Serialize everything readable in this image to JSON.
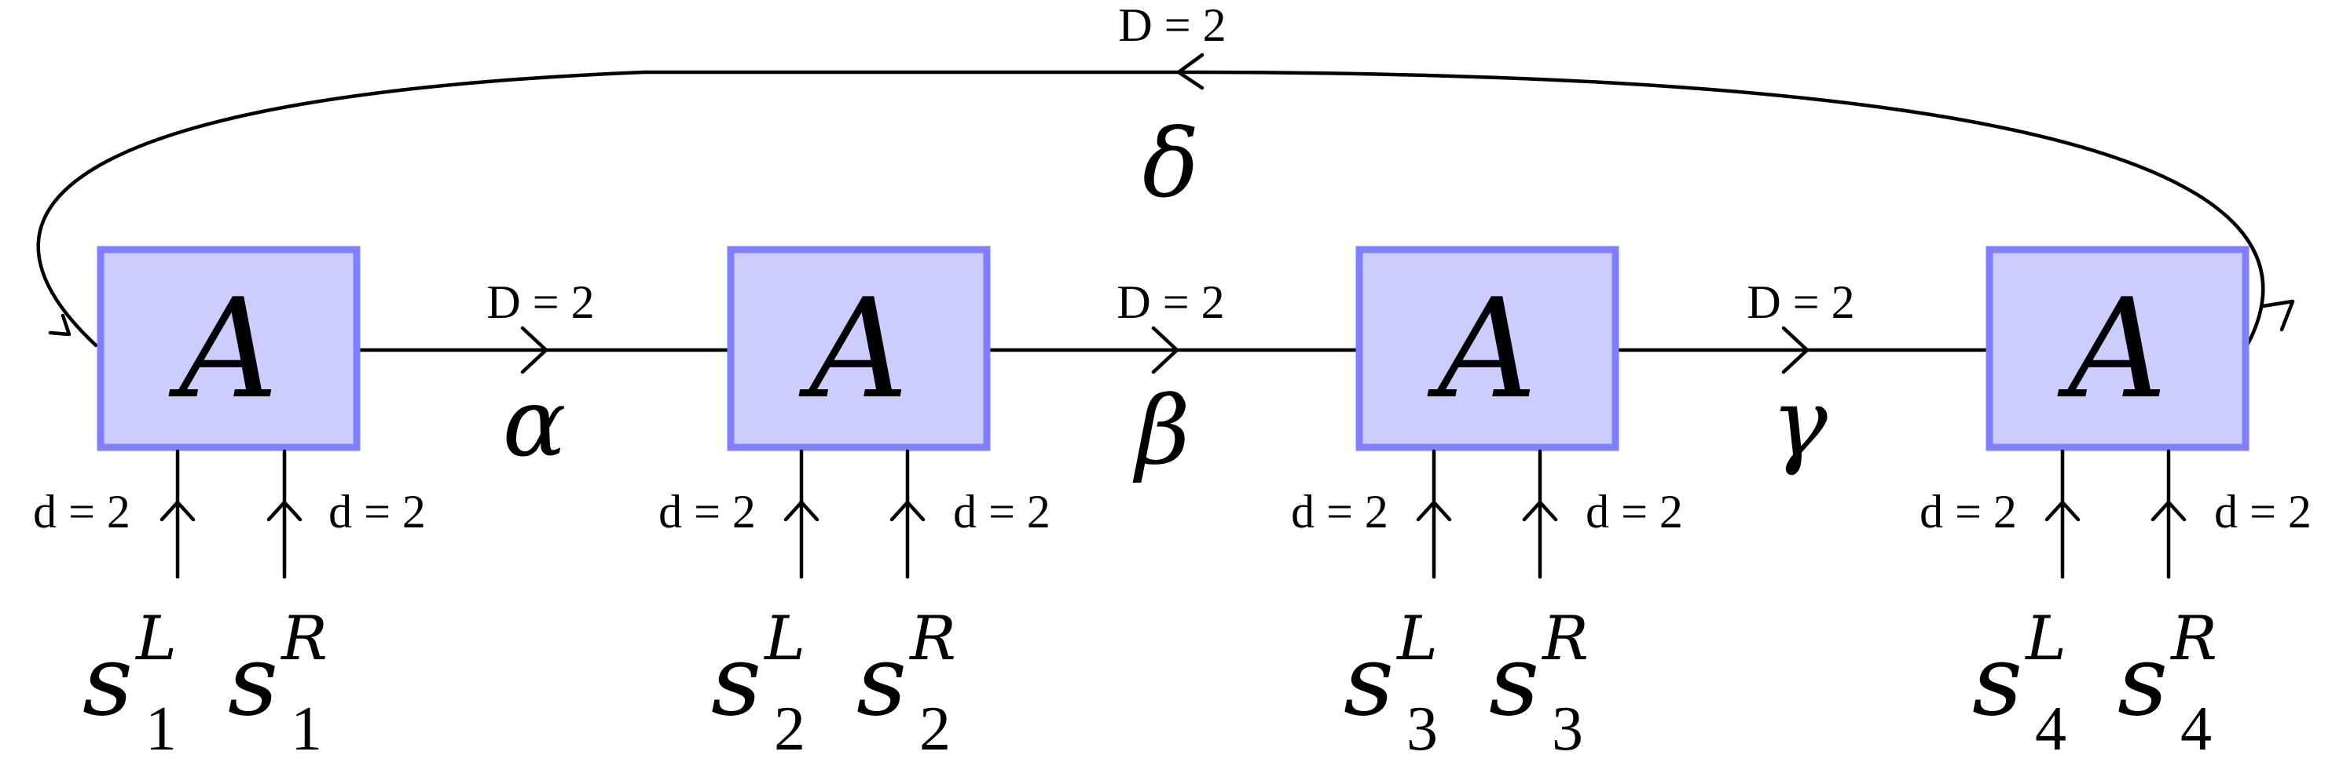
{
  "diagram": {
    "tensor_label": "A",
    "tensors": [
      {
        "site": "1",
        "left_spin": "s",
        "left_sup": "L",
        "right_spin": "s",
        "right_sup": "R",
        "left_dim": "d = 2",
        "right_dim": "d = 2"
      },
      {
        "site": "2",
        "left_spin": "s",
        "left_sup": "L",
        "right_spin": "s",
        "right_sup": "R",
        "left_dim": "d = 2",
        "right_dim": "d = 2"
      },
      {
        "site": "3",
        "left_spin": "s",
        "left_sup": "L",
        "right_spin": "s",
        "right_sup": "R",
        "left_dim": "d = 2",
        "right_dim": "d = 2"
      },
      {
        "site": "4",
        "left_spin": "s",
        "left_sup": "L",
        "right_spin": "s",
        "right_sup": "R",
        "left_dim": "d = 2",
        "right_dim": "d = 2"
      }
    ],
    "bonds": [
      {
        "greek": "α",
        "dim": "D = 2"
      },
      {
        "greek": "β",
        "dim": "D = 2"
      },
      {
        "greek": "γ",
        "dim": "D = 2"
      }
    ],
    "loop_bond": {
      "greek": "δ",
      "dim": "D = 2"
    },
    "colors": {
      "box_fill": "#ccccff",
      "box_stroke": "#7f7fff",
      "line": "#000000"
    }
  }
}
